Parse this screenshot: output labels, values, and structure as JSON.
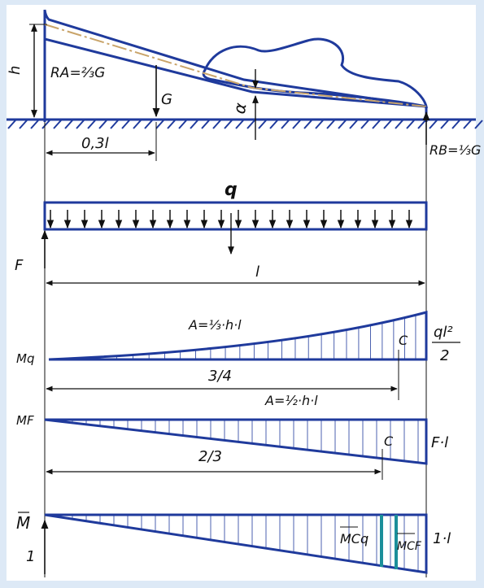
{
  "colors": {
    "frame_bg": "#dde9f6",
    "paper": "#ffffff",
    "ink": "#1f3a9c",
    "axis": "#c9a46a",
    "hatch": "#1f3a9c",
    "teal": "#1b8f9a",
    "text": "#111111"
  },
  "labels": {
    "h": "h",
    "ra": "RA=⅔G",
    "g": "G",
    "alpha": "α",
    "dim_03l": "0,3l",
    "rb": "RB=⅓G",
    "q": "q",
    "f": "F",
    "l": "l",
    "mq": "Mq",
    "area_q": "A=⅓·h·l",
    "c1": "C",
    "ql2_num": "ql²",
    "ql2_den": "2",
    "dim_34": "3/4",
    "mf": "MF",
    "area_f": "A=½·h·l",
    "c2": "C",
    "fl": "F·l",
    "dim_23": "2/3",
    "mbar": "M",
    "one": "1",
    "mcq": "MCq",
    "mcf": "MCF",
    "one_l": "1·l"
  }
}
